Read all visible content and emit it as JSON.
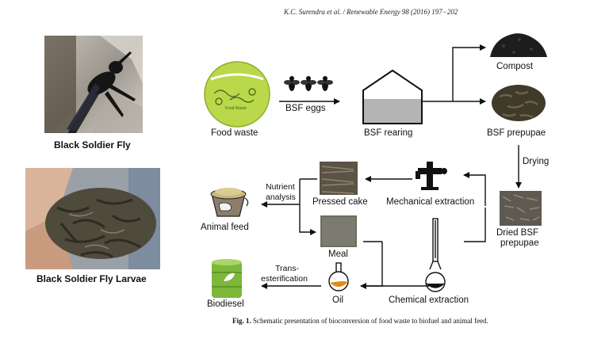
{
  "header": {
    "citation": "K.C. Surendra et al. / Renewable Energy 98 (2016) 197−202"
  },
  "photos": {
    "fly_caption": "Black Soldier Fly",
    "larvae_caption": "Black Soldier Fly Larvae"
  },
  "diagram": {
    "food_waste": "Food waste",
    "bin_text": "Food Waste",
    "bsf_eggs": "BSF eggs",
    "bsf_rearing": "BSF rearing",
    "compost": "Compost",
    "bsf_prepupae": "BSF prepupae",
    "drying": "Drying",
    "dried_bsf_line1": "Dried BSF",
    "dried_bsf_line2": "prepupae",
    "mechanical_extraction": "Mechanical extraction",
    "pressed_cake": "Pressed cake",
    "nutrient_line1": "Nutrient",
    "nutrient_line2": "analysis",
    "animal_feed": "Animal feed",
    "meal": "Meal",
    "chemical_extraction": "Chemical extraction",
    "oil": "Oil",
    "trans_line1": "Trans-",
    "trans_line2": "esterification",
    "biodiesel": "Biodiesel"
  },
  "figure_caption": {
    "label": "Fig. 1.",
    "text": "Schematic presentation of bioconversion of food waste to biofuel and animal feed."
  },
  "colors": {
    "bin_green": "#b9d84a",
    "barrel_green": "#7cb83a",
    "rearing_gray": "#b4b4b4"
  }
}
